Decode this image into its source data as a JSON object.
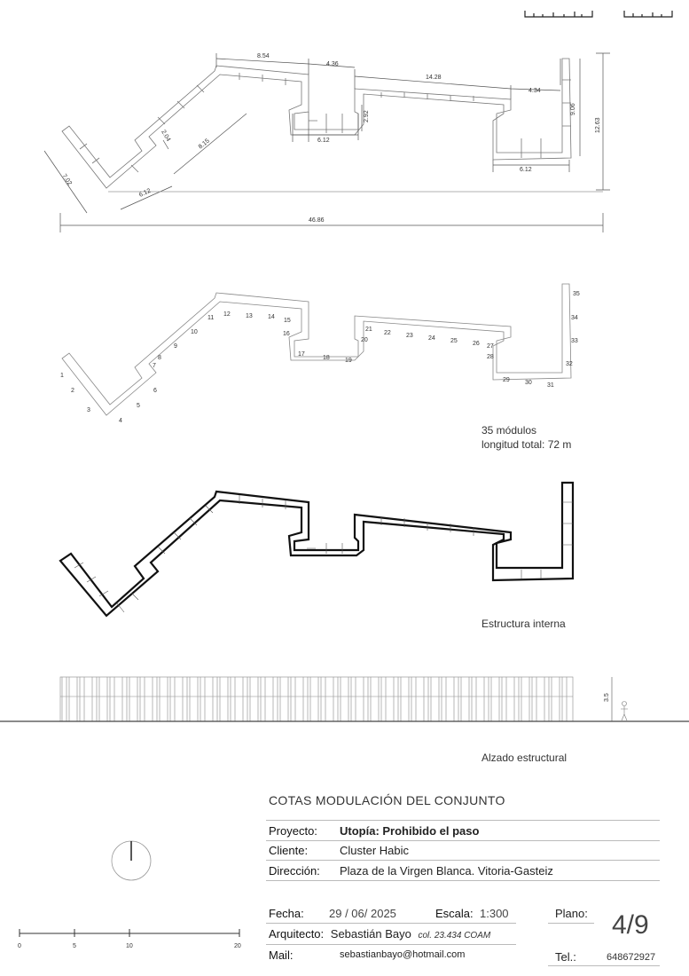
{
  "dims": {
    "d1": "8.54",
    "d2": "4.36",
    "d3": "14.28",
    "d4": "4.34",
    "d5": "9.06",
    "d6": "12.63",
    "d7": "2.92",
    "d8": "6.12",
    "d9": "6.12",
    "d10": "2.04",
    "d11": "8.15",
    "d12": "6.12",
    "d13": "7.02",
    "d14": "46.86"
  },
  "modules": [
    "1",
    "2",
    "3",
    "4",
    "5",
    "6",
    "7",
    "8",
    "9",
    "10",
    "11",
    "12",
    "13",
    "14",
    "15",
    "16",
    "17",
    "18",
    "19",
    "20",
    "21",
    "22",
    "23",
    "24",
    "25",
    "26",
    "27",
    "28",
    "29",
    "30",
    "31",
    "32",
    "33",
    "34",
    "35"
  ],
  "summary": {
    "count": "35 módulos",
    "length": "longitud total: 72 m"
  },
  "labels": {
    "structure": "Estructura interna",
    "elevation": "Alzado estructural",
    "height": "3.5"
  },
  "titleblock": {
    "title": "COTAS MODULACIÓN DEL CONJUNTO",
    "proyecto_k": "Proyecto:",
    "proyecto_v": "Utopía: Prohibido el paso",
    "cliente_k": "Cliente:",
    "cliente_v": "Cluster Habic",
    "direccion_k": "Dirección:",
    "direccion_v": "Plaza de la Virgen Blanca.  Vitoria-Gasteiz",
    "fecha_k": "Fecha:",
    "fecha_v": "29 / 06/ 2025",
    "escala_k": "Escala:",
    "escala_v": "1:300",
    "plano_k": "Plano:",
    "plano_v": "4/9",
    "arq_k": "Arquitecto:",
    "arq_v": "Sebastián Bayo",
    "arq_col": "col. 23.434 COAM",
    "mail_k": "Mail:",
    "mail_v": "sebastianbayo@hotmail.com",
    "tel_k": "Tel.:",
    "tel_v": "648672927"
  },
  "scalebar": [
    "0",
    "5",
    "10",
    "20"
  ]
}
